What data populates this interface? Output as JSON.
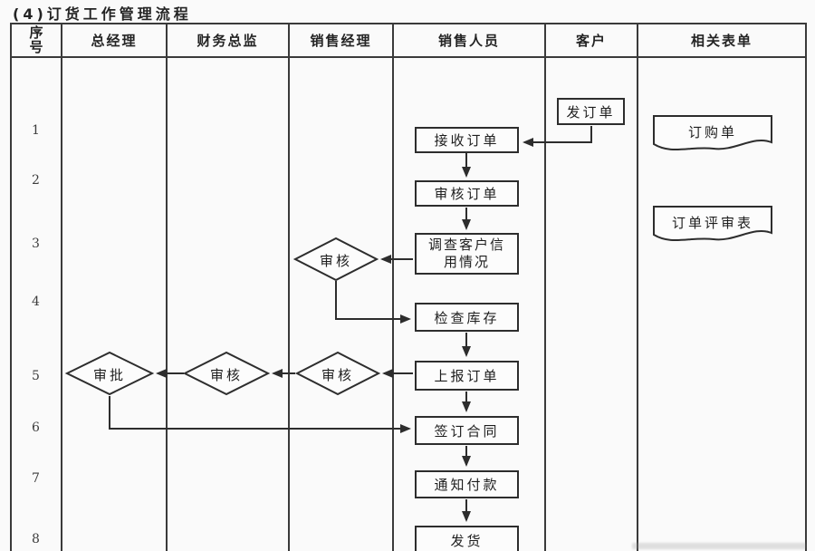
{
  "title": "(4)订货工作管理流程",
  "header": {
    "columns": [
      {
        "label": "序号"
      },
      {
        "label": "总经理"
      },
      {
        "label": "财务总监"
      },
      {
        "label": "销售经理"
      },
      {
        "label": "销售人员"
      },
      {
        "label": "客户"
      },
      {
        "label": "相关表单"
      }
    ]
  },
  "row_numbers": [
    "1",
    "2",
    "3",
    "4",
    "5",
    "6",
    "7",
    "8"
  ],
  "process": {
    "send_order": "发订单",
    "receive_order": "接收订单",
    "review_order": "审核订单",
    "investigate_credit_line1": "调查客户信",
    "investigate_credit_line2": "用情况",
    "check_inventory": "检查库存",
    "report_order": "上报订单",
    "sign_contract": "签订合同",
    "notify_payment": "通知付款",
    "ship_goods": "发货"
  },
  "decisions": {
    "credit_review": "审核",
    "sales_manager_review": "审核",
    "finance_review": "审核",
    "gm_approve": "审批"
  },
  "documents": {
    "purchase_order": "订购单",
    "order_review_form": "订单评审表"
  },
  "colors": {
    "line": "#2d2d2d",
    "grid": "#3a3a3a",
    "text": "#1e1e1e",
    "background": "#fafafa"
  }
}
